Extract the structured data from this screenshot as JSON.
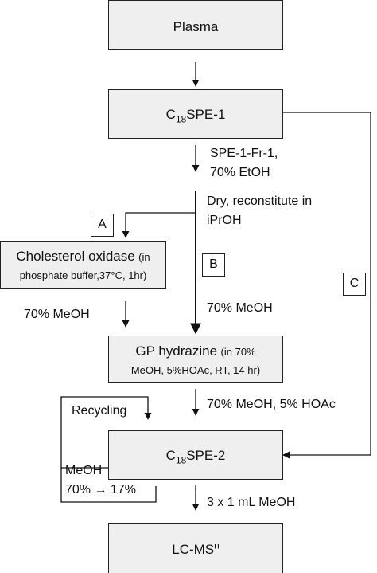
{
  "nodes": {
    "plasma": {
      "label": "Plasma"
    },
    "spe1": {
      "prefix": "C",
      "sub": "18",
      "rest": "SPE-1"
    },
    "cholesterol": {
      "main": "Cholesterol oxidase",
      "paren": "(in",
      "line2": "phosphate buffer,37°C, 1hr)"
    },
    "gp": {
      "main": "GP hydrazine",
      "paren": "(in 70%",
      "line2": "MeOH, 5%HOAc, RT, 14 hr)"
    },
    "spe2": {
      "prefix": "C",
      "sub": "18",
      "rest": "SPE-2"
    },
    "lcms": {
      "main": "LC-MS",
      "sup": "n"
    }
  },
  "annotations": {
    "fr1_line1": "SPE-1-Fr-1,",
    "fr1_line2": "70% EtOH",
    "dry_line1": "Dry, reconstitute in",
    "dry_line2": "iPrOH",
    "meoh_left": "70% MeOH",
    "meoh_center": "70% MeOH",
    "meoh_hoac": "70% MeOH, 5% HOAc",
    "recycling": "Recycling",
    "meoh_grad_line1": "MeOH",
    "meoh_grad_line2": "70% → 17%",
    "elute": "3 x 1 mL MeOH"
  },
  "paths": {
    "a": "A",
    "b": "B",
    "c": "C"
  }
}
